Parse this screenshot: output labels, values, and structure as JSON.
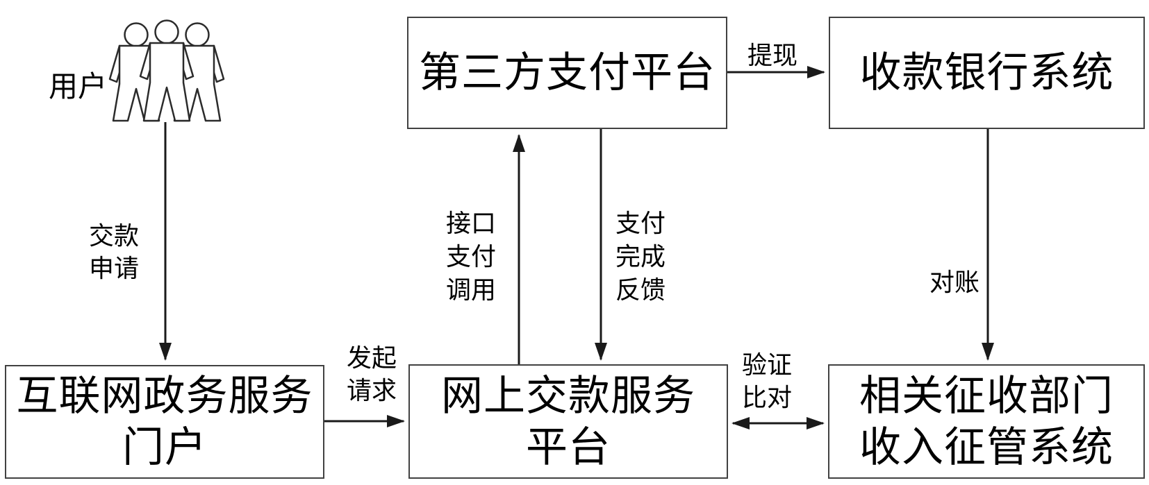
{
  "diagram": {
    "title_hint": "online-government-payment-flowchart",
    "colors": {
      "background": "#ffffff",
      "box_border": "#414141",
      "arrow_line": "#1a1a1a",
      "text": "#000000"
    },
    "nodes": {
      "user": {
        "label": "用户"
      },
      "third_party_payment": {
        "label": "第三方支付平台"
      },
      "receiving_bank": {
        "label": "收款银行系统"
      },
      "gov_portal": {
        "line1": "互联网政务服务",
        "line2": "门户"
      },
      "online_payment_platform": {
        "line1": "网上交款服务",
        "line2": "平台"
      },
      "collection_dept": {
        "line1": "相关征收部门",
        "line2": "收入征管系统"
      }
    },
    "edges": {
      "payment_application": {
        "line1": "交款",
        "line2": "申请",
        "from": "user",
        "to": "gov_portal",
        "direction": "down"
      },
      "initiate_request": {
        "line1": "发起",
        "line2": "请求",
        "from": "gov_portal",
        "to": "online_payment_platform",
        "direction": "right"
      },
      "interface_payment_call": {
        "line1": "接口",
        "line2": "支付",
        "line3": "调用",
        "from": "online_payment_platform",
        "to": "third_party_payment",
        "direction": "up"
      },
      "payment_completion_feedback": {
        "line1": "支付",
        "line2": "完成",
        "line3": "反馈",
        "from": "third_party_payment",
        "to": "online_payment_platform",
        "direction": "down"
      },
      "withdraw": {
        "label": "提现",
        "from": "third_party_payment",
        "to": "receiving_bank",
        "direction": "right"
      },
      "reconciliation": {
        "label": "对账",
        "from": "receiving_bank",
        "to": "collection_dept",
        "direction": "down"
      },
      "verify_compare": {
        "line1": "验证",
        "line2": "比对",
        "from": "online_payment_platform",
        "to": "collection_dept",
        "direction": "both"
      }
    }
  }
}
